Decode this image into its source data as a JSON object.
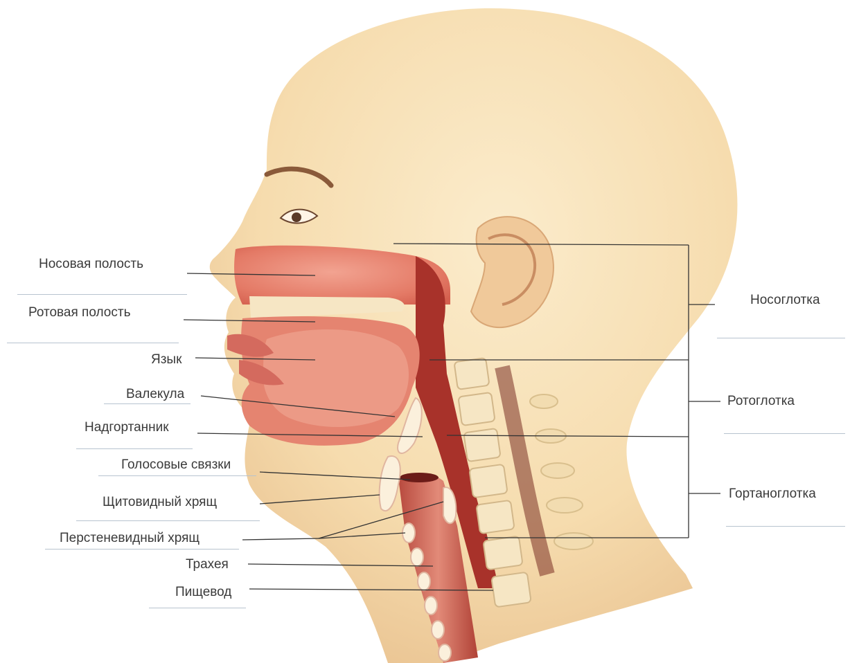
{
  "diagram": {
    "left_labels": [
      {
        "id": "nasal-cavity",
        "text": "Носовая полость"
      },
      {
        "id": "oral-cavity",
        "text": "Ротовая полость"
      },
      {
        "id": "tongue",
        "text": "Язык"
      },
      {
        "id": "vallecula",
        "text": "Валекула"
      },
      {
        "id": "epiglottis",
        "text": "Надгортанник"
      },
      {
        "id": "vocal-cords",
        "text": "Голосовые связки"
      },
      {
        "id": "thyroid-cartilage",
        "text": "Щитовидный хрящ"
      },
      {
        "id": "cricoid-cartilage",
        "text": "Перстеневидный хрящ"
      },
      {
        "id": "trachea",
        "text": "Трахея"
      },
      {
        "id": "esophagus",
        "text": "Пищевод"
      }
    ],
    "right_labels": [
      {
        "id": "nasopharynx",
        "text": "Носоглотка"
      },
      {
        "id": "oropharynx",
        "text": "Ротоглотка"
      },
      {
        "id": "laryngopharynx",
        "text": "Гортаноглотка"
      }
    ]
  },
  "colors": {
    "skin": "#f6dcae",
    "skin_shadow": "#e9c38f",
    "cavity": "#e9826d",
    "throat": "#a8322a",
    "bone": "#f6e6c4",
    "leader": "#333333"
  }
}
